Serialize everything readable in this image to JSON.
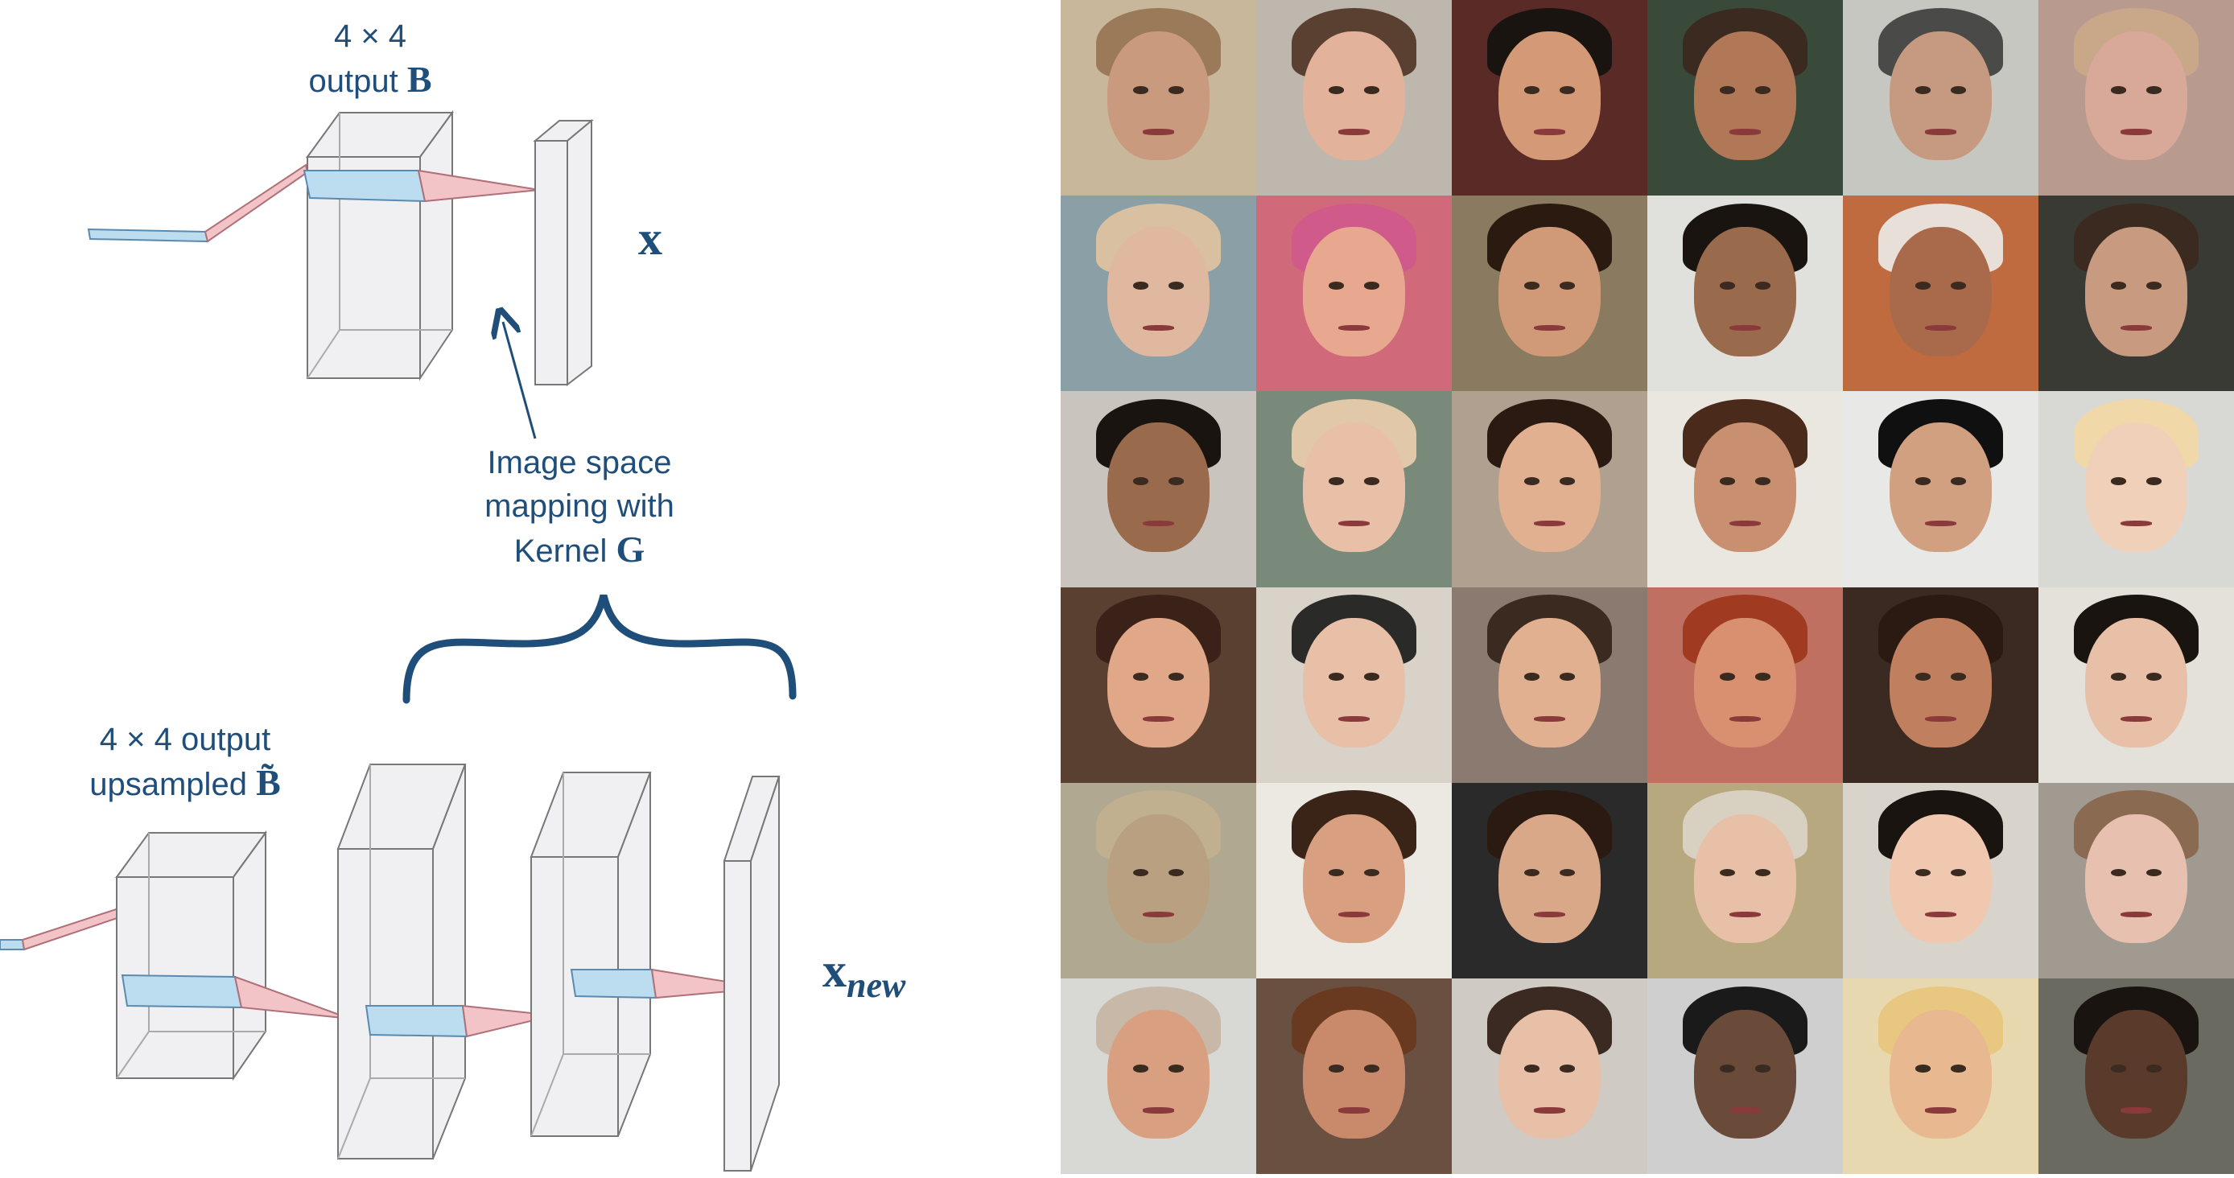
{
  "diagram": {
    "top_label_line1": "4 × 4",
    "top_label_line2": "output",
    "top_label_symbol": "B",
    "output_symbol": "x",
    "mapping_line1": "Image space",
    "mapping_line2": "mapping with",
    "mapping_line3": "Kernel",
    "mapping_symbol": "G",
    "bottom_label_line1": "4 × 4 output",
    "bottom_label_line2": "upsampled",
    "bottom_label_symbol": "B̃",
    "new_output_symbol": "x",
    "new_output_subscript": "new",
    "colors": {
      "text": "#1f4e7a",
      "brace": "#1f4e7a",
      "box_fill": "#f0f0f2",
      "box_stroke": "#777777",
      "slab_blue": "#bcdcef",
      "cone_pink": "#f2c4c8"
    }
  },
  "face_grid": {
    "rows": 6,
    "cols": 6,
    "background_tones": [
      [
        "#c9b79c",
        "#bdb7ad",
        "#5a2a26",
        "#3a4a3a",
        "#c7c7c2",
        "#b99a8f"
      ],
      [
        "#8aa0a6",
        "#d06a7a",
        "#8a7a60",
        "#e0e0dc",
        "#c06a40",
        "#3a3a34"
      ],
      [
        "#c9c4bd",
        "#7a8a7a",
        "#b0a090",
        "#eae6e0",
        "#e8e8e6",
        "#d8d8d4"
      ],
      [
        "#5a4030",
        "#d8d2c8",
        "#8a7a70",
        "#c07060",
        "#3a2a22",
        "#e4e0da"
      ],
      [
        "#b0a890",
        "#ece8e2",
        "#2a2a2a",
        "#b8a880",
        "#d8d4cc",
        "#a09a90"
      ],
      [
        "#d8d8d4",
        "#6a5040",
        "#cfcac4",
        "#cfcfcf",
        "#e8d8b0",
        "#6a6a60"
      ]
    ],
    "skin_tones": [
      [
        "#c99a7e",
        "#e2b39a",
        "#d49a78",
        "#b07856",
        "#c69a80",
        "#d8a898"
      ],
      [
        "#e0b8a0",
        "#e8a890",
        "#d09a78",
        "#9a6a4c",
        "#a86a4a",
        "#c89a80"
      ],
      [
        "#9a6a4c",
        "#e8c0a8",
        "#e0b090",
        "#c89070",
        "#d0a080",
        "#f0d0b8"
      ],
      [
        "#e0a888",
        "#e8c0a8",
        "#e0b090",
        "#d89070",
        "#c08060",
        "#e8c0a8"
      ],
      [
        "#b8a080",
        "#d8a080",
        "#d8a888",
        "#e8c0a8",
        "#f0c8b0",
        "#e8c0b0"
      ],
      [
        "#d8a080",
        "#c88a6a",
        "#e8c0a8",
        "#6a4a38",
        "#e8b890",
        "#5a3a2a"
      ]
    ],
    "hair_tones": [
      [
        "#9a7a58",
        "#5a4030",
        "#1a1410",
        "#3a2a20",
        "#4a4a48",
        "#c8a888"
      ],
      [
        "#d8c0a0",
        "#d05a8a",
        "#2a1a10",
        "#1a1410",
        "#e8e0d8",
        "#3a2a20"
      ],
      [
        "#1a1410",
        "#e0c8a8",
        "#2a1a12",
        "#4a2a1a",
        "#101010",
        "#f0d8a8"
      ],
      [
        "#3a2218",
        "#2a2a28",
        "#3a2a20",
        "#a03a20",
        "#2a1a12",
        "#1a1410"
      ],
      [
        "#c0b090",
        "#3a2418",
        "#2a1a12",
        "#d8d0c0",
        "#1a1410",
        "#8a6a50"
      ],
      [
        "#c8b8a8",
        "#6a3a20",
        "#3a2a22",
        "#1a1a1a",
        "#e8c880",
        "#1a1410"
      ]
    ]
  }
}
